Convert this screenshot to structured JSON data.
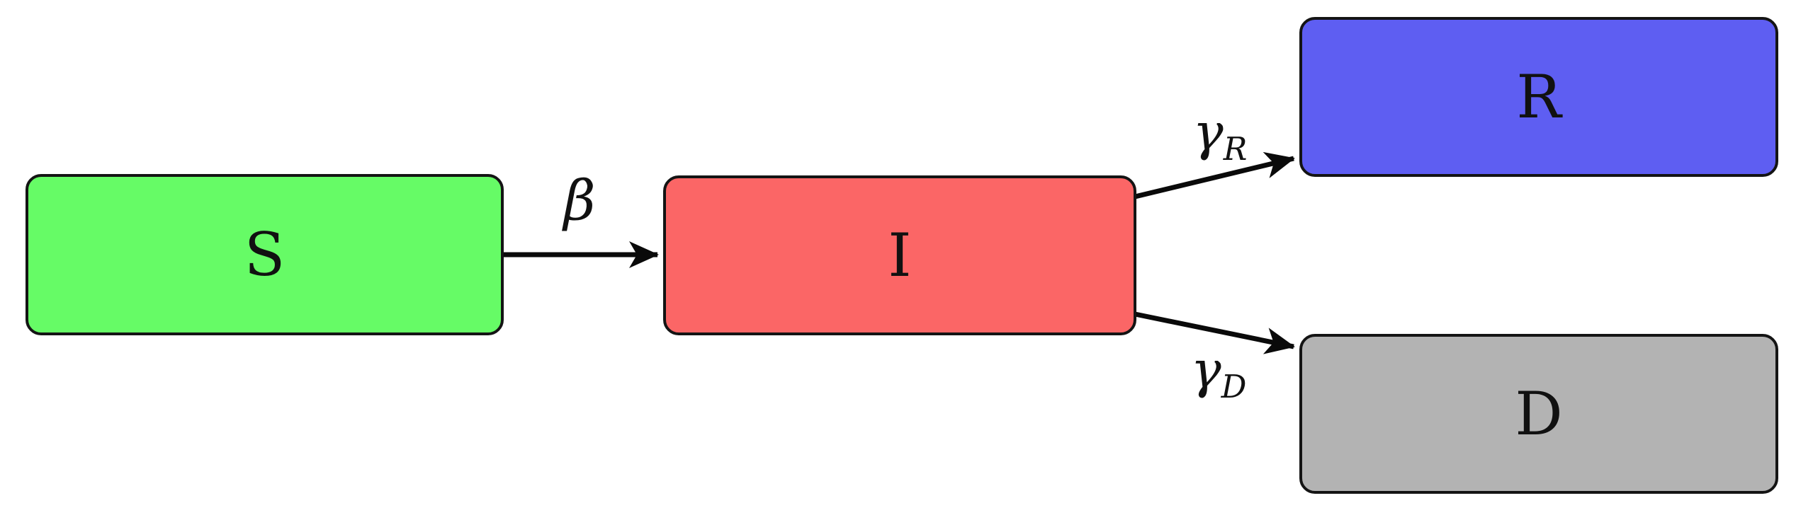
{
  "diagram": {
    "type": "compartmental-flow-diagram",
    "background_color": "#ffffff",
    "stroke_color": "#141414",
    "nodes": [
      {
        "id": "S",
        "label": "S",
        "color": "#66fb66",
        "position": "left-middle"
      },
      {
        "id": "I",
        "label": "I",
        "color": "#fb6666",
        "position": "center-middle"
      },
      {
        "id": "R",
        "label": "R",
        "color": "#5e5ef2",
        "position": "right-top"
      },
      {
        "id": "D",
        "label": "D",
        "color": "#b3b3b3",
        "position": "right-bottom"
      }
    ],
    "edges": [
      {
        "from": "S",
        "to": "I",
        "label": "β",
        "sub": ""
      },
      {
        "from": "I",
        "to": "R",
        "label": "γ",
        "sub": "R"
      },
      {
        "from": "I",
        "to": "D",
        "label": "γ",
        "sub": "D"
      }
    ]
  }
}
